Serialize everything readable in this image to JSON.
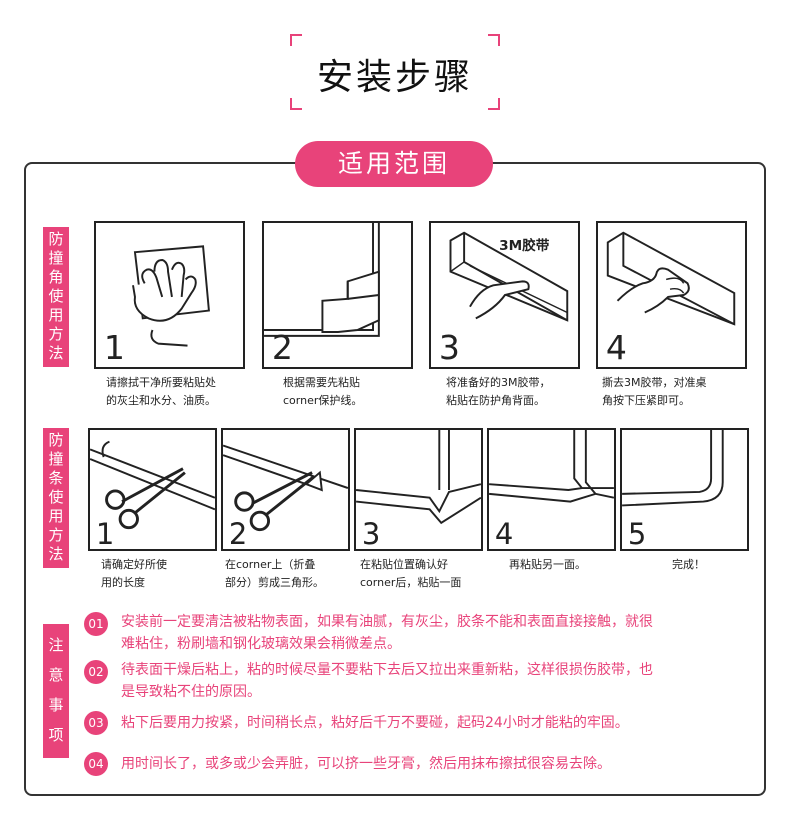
{
  "page_title": "安装步骤",
  "section_title": "适用范围",
  "corner_section": {
    "label": [
      "防",
      "撞",
      "角",
      "使",
      "用",
      "方",
      "法"
    ],
    "tape_label": "3M胶带",
    "steps": [
      {
        "num": "1",
        "caption": [
          "请擦拭干净所要粘贴处",
          "的灰尘和水分、油质。"
        ]
      },
      {
        "num": "2",
        "caption": [
          "根据需要先粘贴",
          "corner保护线。"
        ]
      },
      {
        "num": "3",
        "caption": [
          "将准备好的3M胶带，",
          "粘贴在防护角背面。"
        ]
      },
      {
        "num": "4",
        "caption": [
          "撕去3M胶带，对准桌",
          "角按下压紧即可。"
        ]
      }
    ]
  },
  "strip_section": {
    "label": [
      "防",
      "撞",
      "条",
      "使",
      "用",
      "方",
      "法"
    ],
    "steps": [
      {
        "num": "1",
        "caption": [
          "请确定好所使",
          "用的长度"
        ]
      },
      {
        "num": "2",
        "caption": [
          "在corner上（折叠",
          "部分）剪成三角形。"
        ]
      },
      {
        "num": "3",
        "caption": [
          "在粘贴位置确认好",
          "corner后，粘贴一面"
        ]
      },
      {
        "num": "4",
        "caption": [
          "再粘贴另一面。"
        ]
      },
      {
        "num": "5",
        "caption": [
          "完成！"
        ]
      }
    ]
  },
  "notes": {
    "label": [
      "注",
      "意",
      "事",
      "项"
    ],
    "items": [
      {
        "num": "01",
        "lines": [
          "安装前一定要清洁被粘物表面，如果有油腻，有灰尘，胶条不能和表面直接接触，就很",
          "难粘住，粉刷墙和钢化玻璃效果会稍微差点。"
        ]
      },
      {
        "num": "02",
        "lines": [
          "待表面干燥后粘上，粘的时候尽量不要粘下去后又拉出来重新粘，这样很损伤胶带，也",
          "是导致粘不住的原因。"
        ]
      },
      {
        "num": "03",
        "lines": [
          "粘下后要用力按紧，时间稍长点，粘好后千万不要碰，起码24小时才能粘的牢固。"
        ]
      },
      {
        "num": "04",
        "lines": [
          "用时间长了，或多或少会弄脏，可以挤一些牙膏，然后用抹布擦拭很容易去除。"
        ]
      }
    ]
  },
  "colors": {
    "accent": "#e8437a",
    "ink": "#222222"
  }
}
